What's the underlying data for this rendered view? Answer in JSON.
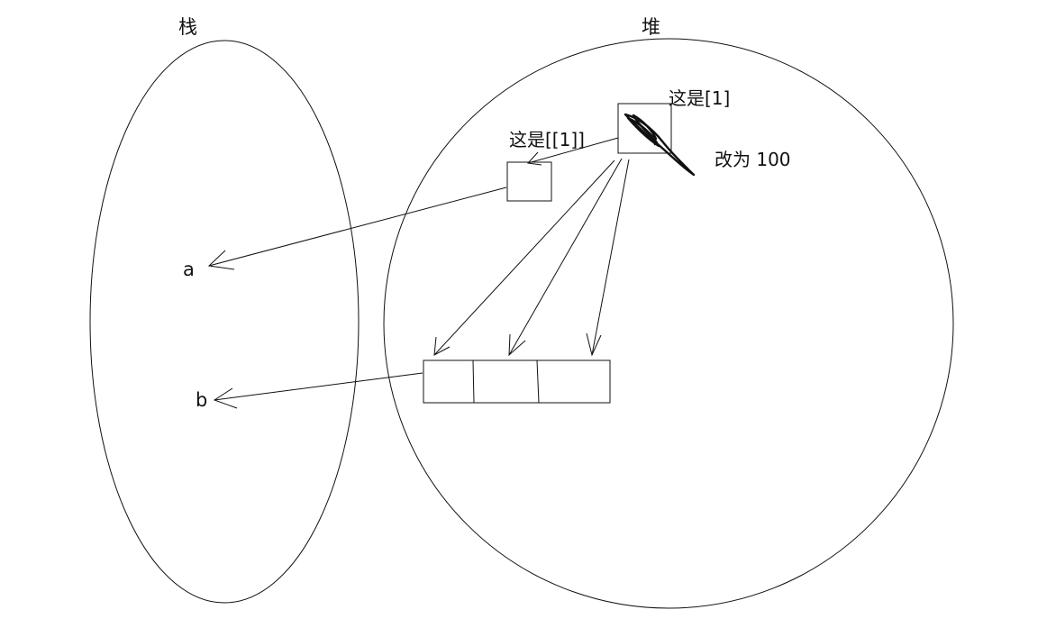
{
  "regions": {
    "stack_label": "栈",
    "heap_label": "堆"
  },
  "variables": {
    "a": "a",
    "b": "b"
  },
  "annotations": {
    "outer_list": "这是[[1]]",
    "inner_list": "这是[1]",
    "change_note": "改为 100"
  },
  "colors": {
    "ink": "#111111",
    "background": "#ffffff"
  }
}
